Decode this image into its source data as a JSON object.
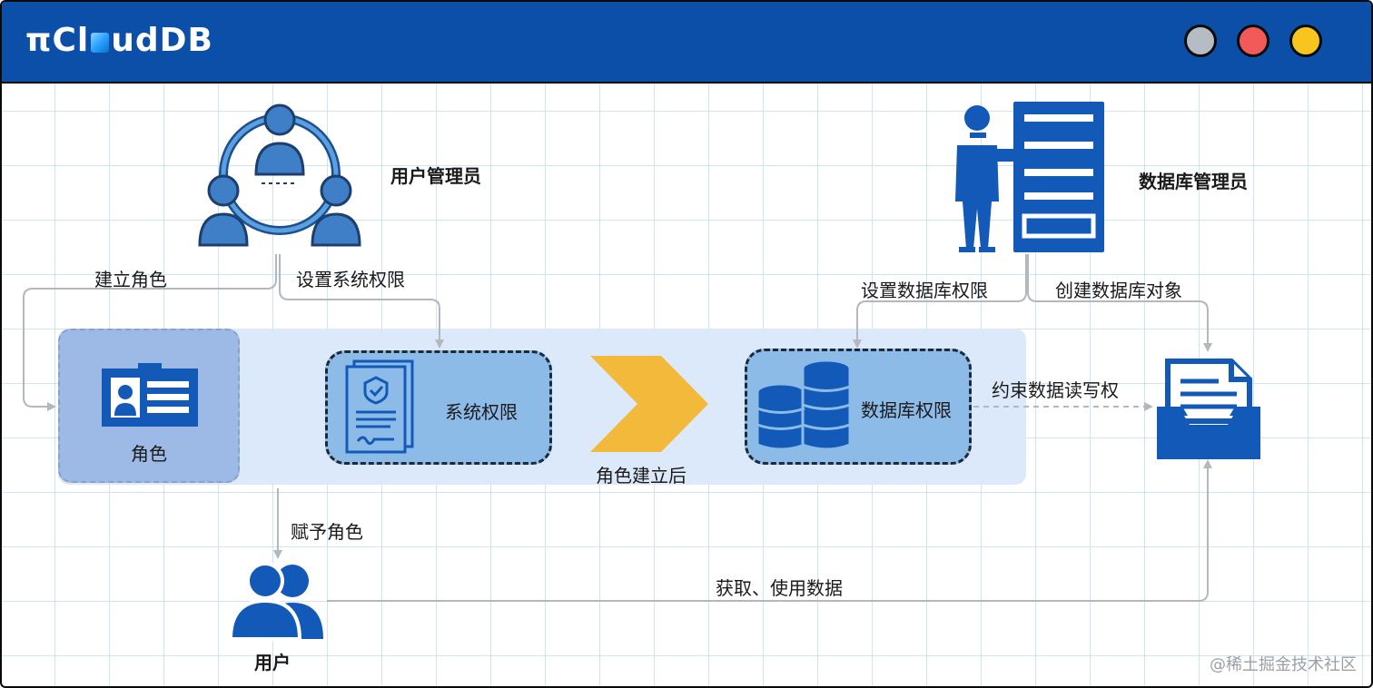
{
  "window": {
    "brand_prefix": "π",
    "brand_mid": "Cl",
    "brand_suffix": "udDB",
    "controls": [
      {
        "name": "gray-window-dot",
        "color": "#b5bcc4"
      },
      {
        "name": "red-window-dot",
        "color": "#f25a5a"
      },
      {
        "name": "yellow-window-dot",
        "color": "#f7c51e"
      }
    ]
  },
  "colors": {
    "titlebar": "#0b4fa8",
    "icon_blue": "#1259b8",
    "chevron": "#f2b93b",
    "connector": "#b3b8be"
  },
  "actors": {
    "user_admin": {
      "label": "用户管理员",
      "icon": "team-circle-icon"
    },
    "db_admin": {
      "label": "数据库管理员",
      "icon": "server-admin-icon"
    },
    "user": {
      "label": "用户",
      "icon": "users-icon"
    }
  },
  "nodes": {
    "role": {
      "label": "角色",
      "icon": "id-card-icon"
    },
    "system_perm": {
      "label": "系统权限",
      "icon": "certificate-document-icon"
    },
    "db_perm": {
      "label": "数据库权限",
      "icon": "database-stack-icon"
    },
    "db_object": {
      "icon": "document-folder-icon"
    }
  },
  "edges": {
    "create_role": "建立角色",
    "set_system_perm": "设置系统权限",
    "set_db_perm": "设置数据库权限",
    "create_db_object": "创建数据库对象",
    "constrain_rw": "约束数据读写权",
    "after_role_created": "角色建立后",
    "assign_role": "赋予角色",
    "access_data": "获取、使用数据"
  },
  "watermark": "@稀土掘金技术社区"
}
